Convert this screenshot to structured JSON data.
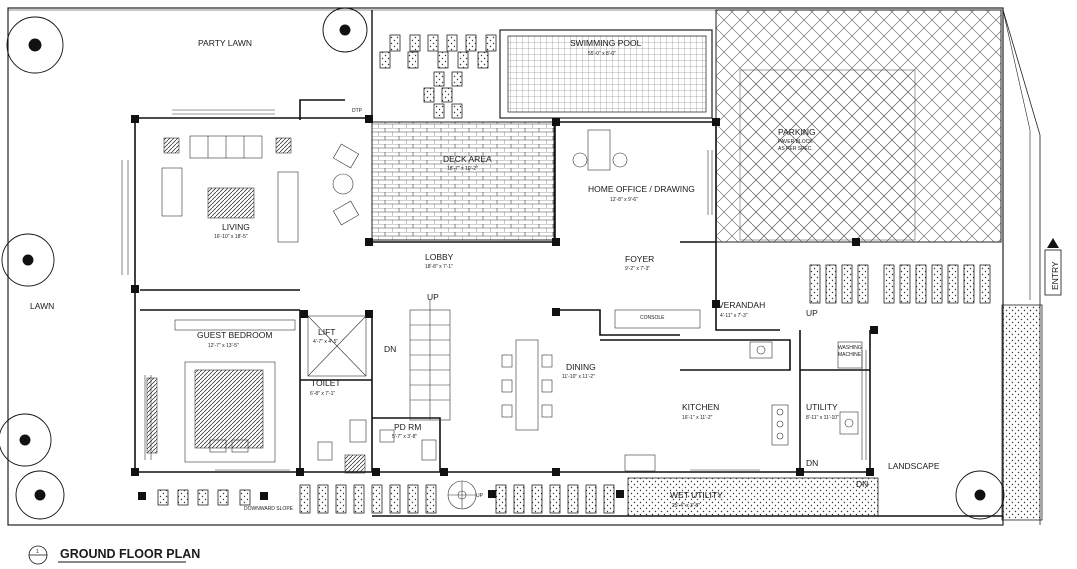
{
  "title": "GROUND FLOOR PLAN",
  "title_marker": "1",
  "labels": {
    "party_lawn": "PARTY LAWN",
    "lawn": "LAWN",
    "swimming_pool": "SWIMMING POOL",
    "swimming_pool_dim": "55'-0\" x 8'-0\"",
    "deck_area": "DECK AREA",
    "deck_area_dim": "18'-7\" x 10'-2\"",
    "parking": "PARKING",
    "paver_note_1": "PAVER BLOCK",
    "paver_note_2": "AS PER SPEC.",
    "living": "LIVING",
    "living_dim": "16'-10\" x 18'-5\"",
    "home_office": "HOME OFFICE / DRAWING",
    "home_office_dim": "12'-8\" x 9'-6\"",
    "lobby": "LOBBY",
    "lobby_dim": "18'-8\" x 7'-1\"",
    "foyer": "FOYER",
    "foyer_dim": "9'-2\" x 7'-3\"",
    "verandah": "VERANDAH",
    "verandah_dim": "4'-11\" x 7'-3\"",
    "console": "CONSOLE",
    "guest_bedroom": "GUEST BEDROOM",
    "guest_bedroom_dim": "12'-7\" x 13'-5\"",
    "lift": "LIFT",
    "lift_dim": "4'-7\" x 4'-5\"",
    "toilet": "TOILET",
    "toilet_dim": "6'-8\" x 7'-1\"",
    "pd_rm": "PD RM",
    "pd_rm_dim": "5'-7\" x 3'-8\"",
    "dining": "DINING",
    "dining_dim": "11'-10\" x 11'-2\"",
    "kitchen": "KITCHEN",
    "kitchen_dim": "16'-1\" x 11'-2\"",
    "utility": "UTILITY",
    "utility_dim": "8'-11\" x 11'-10\"",
    "washing_machine_1": "WASHING",
    "washing_machine_2": "MACHINE",
    "wet_utility": "WET UTILITY",
    "wet_utility_dim": "25'-4\" x 3'-8\"",
    "landscape": "LANDSCAPE",
    "entry": "ENTRY",
    "up_stair": "UP",
    "dn_stair": "DN",
    "up_verandah": "UP",
    "dn_utility": "DN",
    "dn_right": "DN",
    "up_spiral": "UP",
    "drain_note": "DOWNWARD SLOPE",
    "dtp": "DTP"
  },
  "colors": {
    "line": "#111111",
    "hatch": "#555555",
    "background": "#ffffff"
  }
}
